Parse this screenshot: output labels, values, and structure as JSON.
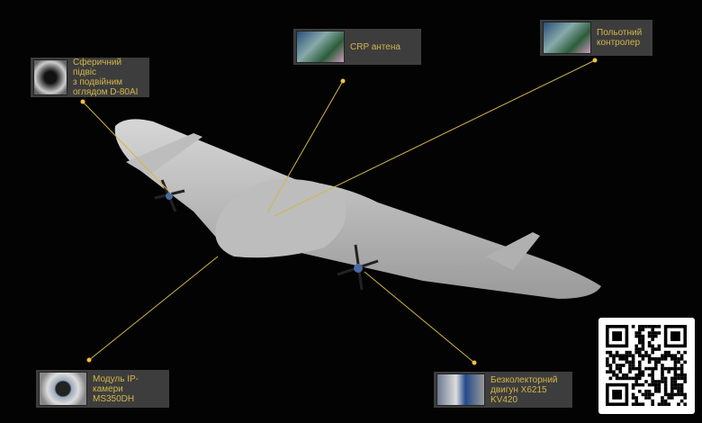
{
  "callouts": {
    "gimbal": {
      "label": "Сферичний підвіс\nз подвійним\nоглядом D-80AI"
    },
    "crp_antenna": {
      "label": "CRP антена"
    },
    "flight_controller": {
      "label": "Польотний\nконтролер"
    },
    "ip_camera": {
      "label": "Модуль IP-камери\nMS350DH"
    },
    "motor": {
      "label": "Безколекторний\nдвигун X6215 KV420"
    }
  },
  "colors": {
    "accent": "#d2b54a",
    "box": "#3d3d3d",
    "drone": "#c9c9c9"
  }
}
